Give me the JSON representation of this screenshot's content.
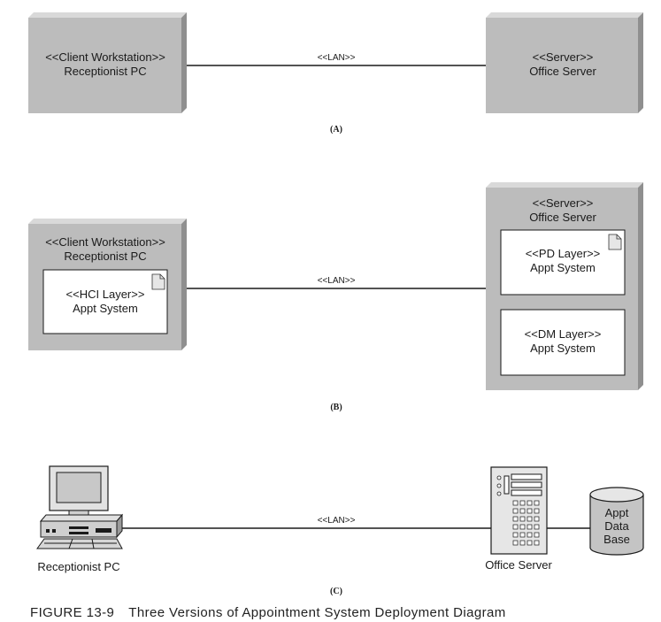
{
  "caption": {
    "figure": "FIGURE 13-9",
    "title": "Three Versions of Appointment System Deployment Diagram"
  },
  "panels": {
    "a": {
      "label": "(A)",
      "client": {
        "stereotype": "<<Client Workstation>>",
        "name": "Receptionist PC"
      },
      "server": {
        "stereotype": "<<Server>>",
        "name": "Office Server"
      },
      "link": "<<LAN>>"
    },
    "b": {
      "label": "(B)",
      "client": {
        "stereotype": "<<Client Workstation>>",
        "name": "Receptionist PC"
      },
      "hci": {
        "stereotype": "<<HCI Layer>>",
        "name": "Appt System"
      },
      "server": {
        "stereotype": "<<Server>>",
        "name": "Office Server"
      },
      "pd": {
        "stereotype": "<<PD Layer>>",
        "name": "Appt System"
      },
      "dm": {
        "stereotype": "<<DM Layer>>",
        "name": "Appt System"
      },
      "link": "<<LAN>>"
    },
    "c": {
      "label": "(C)",
      "pc_name": "Receptionist PC",
      "server_name": "Office Server",
      "db": [
        "Appt",
        "Data",
        "Base"
      ],
      "link": "<<LAN>>"
    }
  },
  "colors": {
    "node_face": "#bcbcbc",
    "node_side": "#8f8f8f",
    "node_top": "#d9d9d9",
    "line": "#1a1a1a"
  }
}
